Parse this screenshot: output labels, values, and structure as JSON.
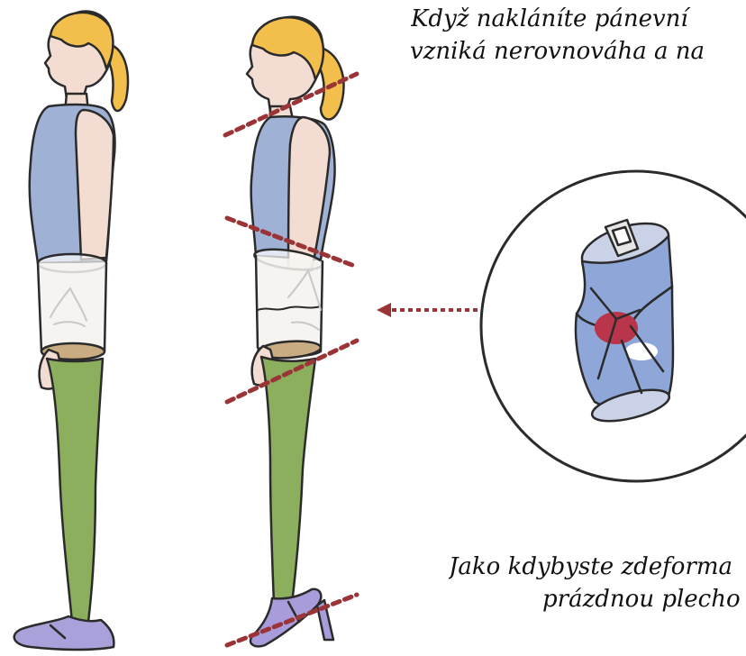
{
  "captions": {
    "top_line1": "Když nakláníte pánevní",
    "top_line2": "vzniká nerovnováha a na",
    "bottom_line1": "Jako kdybyste zdeforma",
    "bottom_line2": "prázdnou plecho"
  },
  "figures": [
    {
      "label": "neutral-posture-figure"
    },
    {
      "label": "tilted-posture-figure"
    }
  ],
  "colors": {
    "skin": "#f3dcd2",
    "hair": "#f2bf4c",
    "top": "#9fb2d6",
    "leggings": "#8caf5e",
    "shoe_left": "#a9a1d9",
    "shoe_right": "#a89cda",
    "can_body": "#8ea6d8",
    "can_dent": "#b8354a",
    "dashed_line": "#9b3437",
    "outline": "#2b2b2b"
  }
}
